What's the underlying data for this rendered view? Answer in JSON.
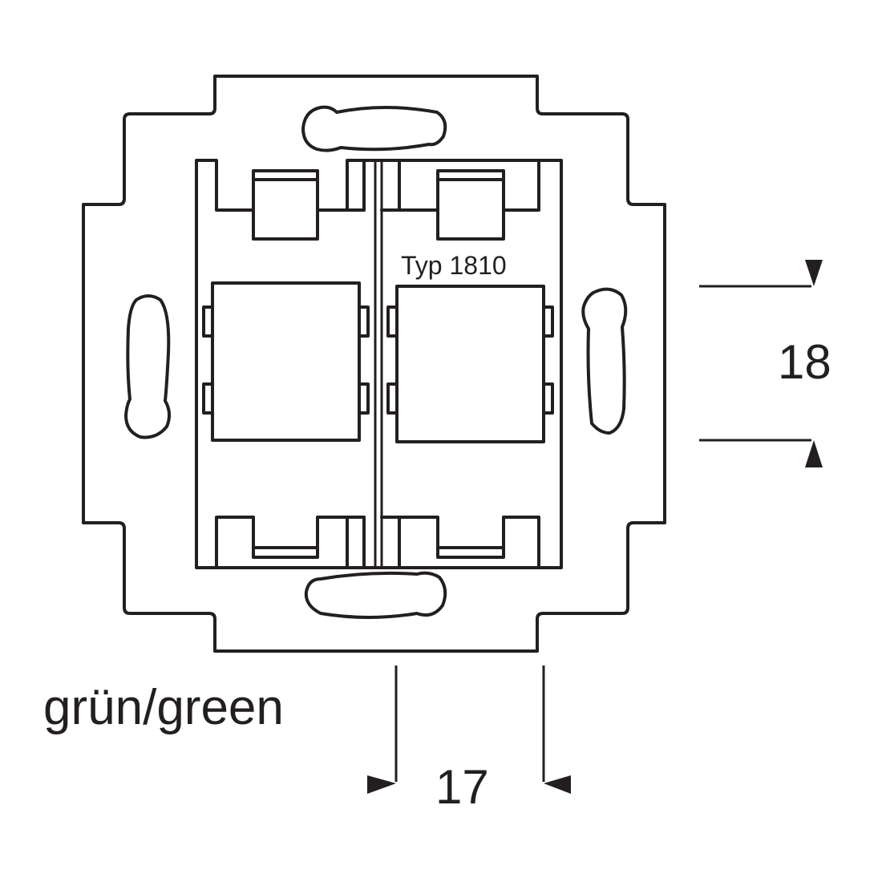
{
  "diagram": {
    "type_label": "Typ 1810",
    "color_label": "grün/green",
    "dimension_vertical": "18",
    "dimension_horizontal": "17",
    "line_color": "#231f20",
    "background": "#ffffff"
  }
}
